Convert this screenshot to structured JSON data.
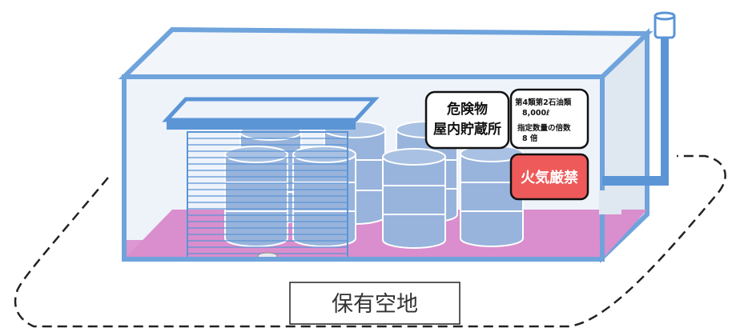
{
  "facility_sign": {
    "line1": "危険物",
    "line2": "屋内貯蔵所"
  },
  "info_sign": {
    "line1": "第4類第2石油類",
    "line2": "8,000ℓ",
    "line3": "指定数量の倍数",
    "line4": "8 倍"
  },
  "fire_sign": {
    "text": "火気厳禁",
    "color": "#ee5a5a"
  },
  "open_space_label": "保有空地",
  "colors": {
    "building_outline": "#6fa3dc",
    "building_fill": "#e9f0f9",
    "floor": "#d98ecd",
    "drum": "#98b4dc",
    "drum_outline": "#ffffff",
    "pipe": "#5b95d6"
  }
}
